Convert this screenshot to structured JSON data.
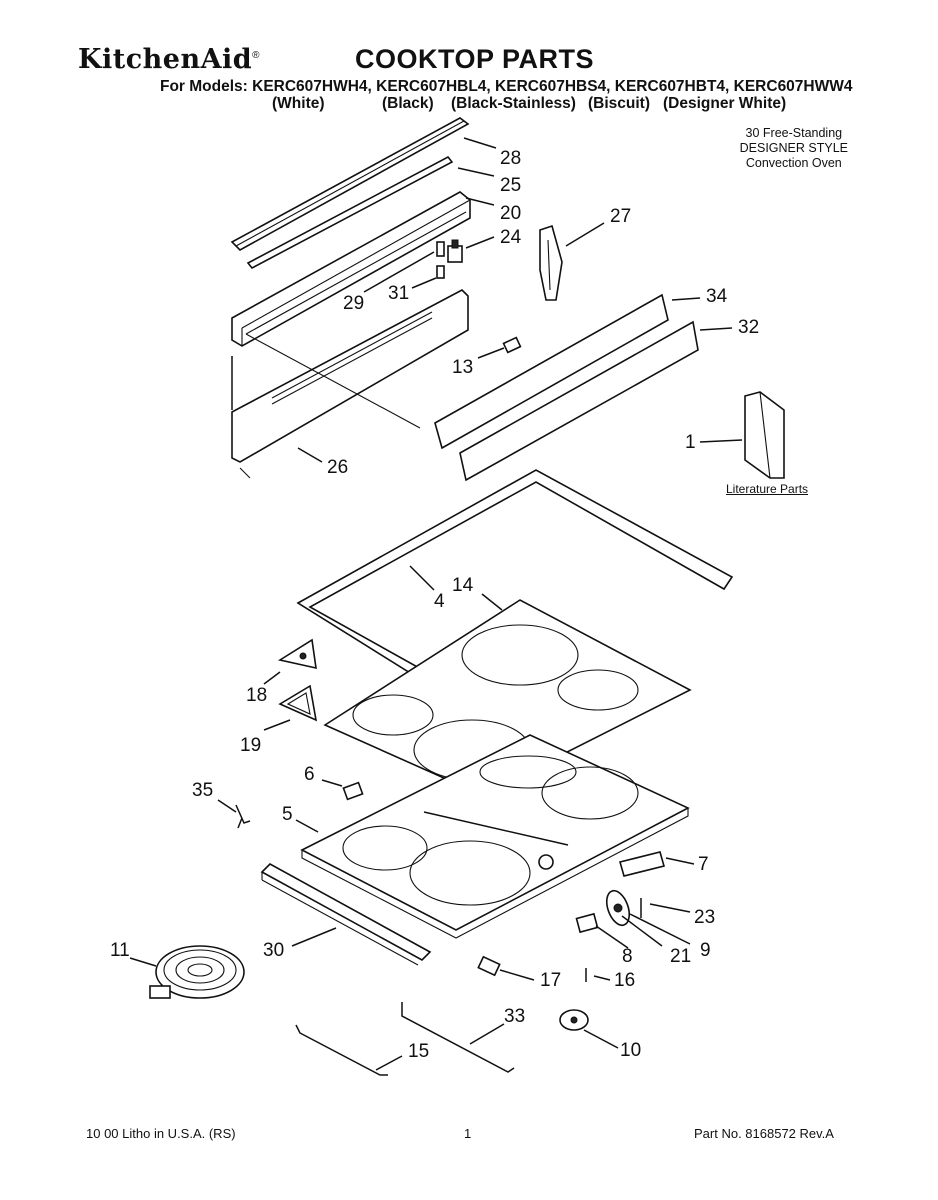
{
  "header": {
    "brand": "KitchenAid",
    "brand_mark": "®",
    "title": "COOKTOP PARTS",
    "models_line": "For Models: KERC607HWH4, KERC607HBL4, KERC607HBS4, KERC607HBT4, KERC607HWW4",
    "finishes": [
      "(White)",
      "(Black)",
      "(Black-Stainless)",
      "(Biscuit)",
      "(Designer White)"
    ]
  },
  "product_desc": {
    "line1": "30  Free-Standing",
    "line2": "DESIGNER STYLE",
    "line3": "Convection Oven"
  },
  "literature_label": "Literature Parts",
  "callouts": [
    "28",
    "25",
    "20",
    "24",
    "27",
    "29",
    "31",
    "34",
    "32",
    "13",
    "26",
    "1",
    "14",
    "4",
    "18",
    "19",
    "6",
    "35",
    "5",
    "7",
    "23",
    "9",
    "21",
    "8",
    "11",
    "30",
    "17",
    "16",
    "33",
    "10",
    "15"
  ],
  "footer": {
    "left": "10  00 Litho in U.S.A. (RS)",
    "center": "1",
    "right": "Part No. 8168572 Rev.A"
  }
}
